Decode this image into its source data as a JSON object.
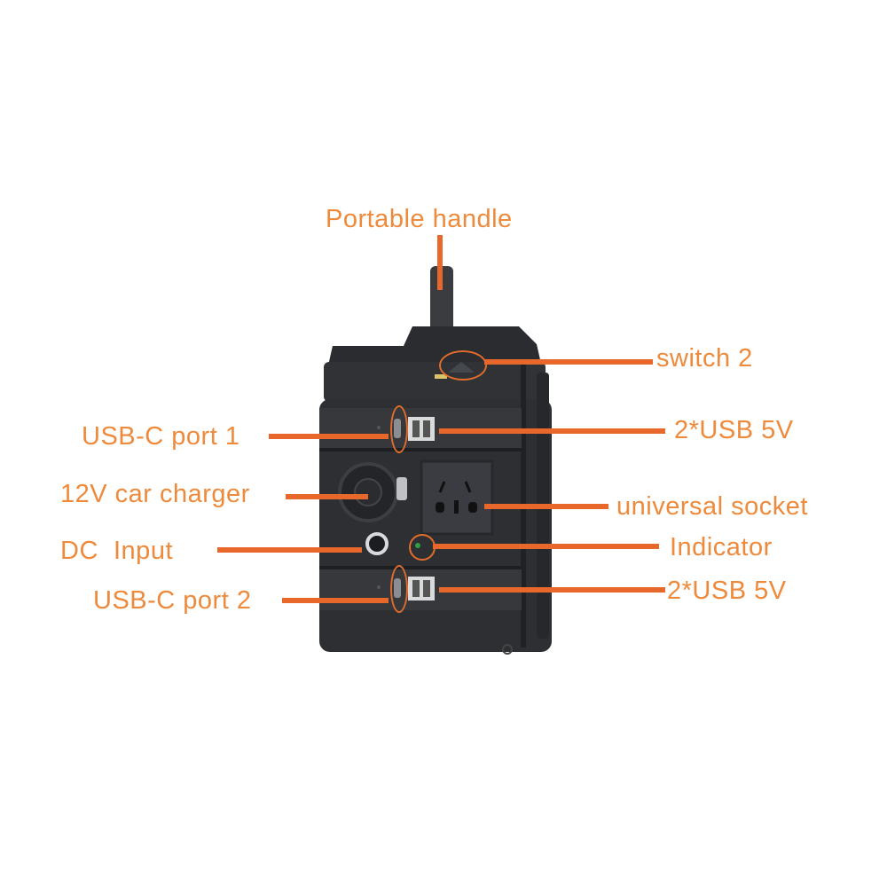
{
  "colors": {
    "label_text": "#ee8a3c",
    "leader_line": "#e8672a",
    "device_body": "#2d2f33",
    "indicator_led": "#2ea043",
    "background": "#ffffff"
  },
  "callouts": {
    "handle": "Portable handle",
    "switch": "switch 2",
    "usbc1": "USB-C port 1",
    "usb_top": "2*USB 5V",
    "car_charger": "12V car charger",
    "socket": "universal socket",
    "dc_input": "DC  Input",
    "indicator": "Indicator",
    "usbc2": "USB-C port 2",
    "usb_bottom": "2*USB 5V"
  }
}
